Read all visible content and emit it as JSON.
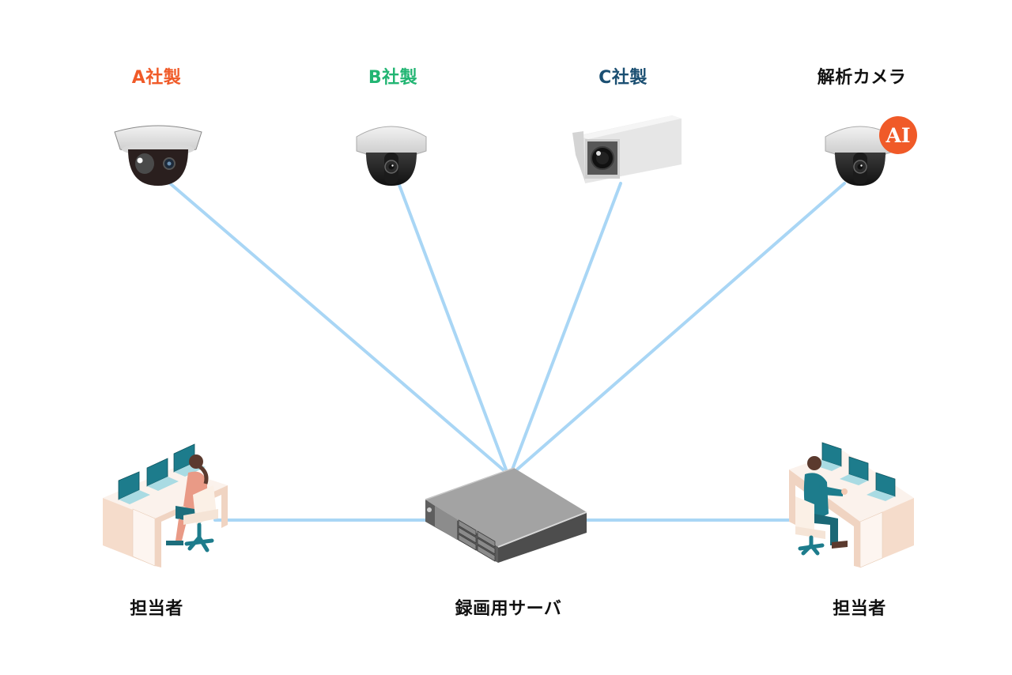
{
  "cameras": [
    {
      "label": "A社製",
      "color": "#f05a28",
      "type": "dome-camera"
    },
    {
      "label": "B社製",
      "color": "#22b573",
      "type": "dome-camera"
    },
    {
      "label": "C社製",
      "color": "#1b4f72",
      "type": "box-camera"
    },
    {
      "label": "解析カメラ",
      "color": "#111111",
      "type": "dome-camera",
      "badge": "AI",
      "badge_color": "#f05a28"
    }
  ],
  "server": {
    "label": "録画用サーバ"
  },
  "operators": [
    {
      "label": "担当者",
      "gender": "female"
    },
    {
      "label": "担当者",
      "gender": "male"
    }
  ],
  "connection_color": "#a9d6f5"
}
